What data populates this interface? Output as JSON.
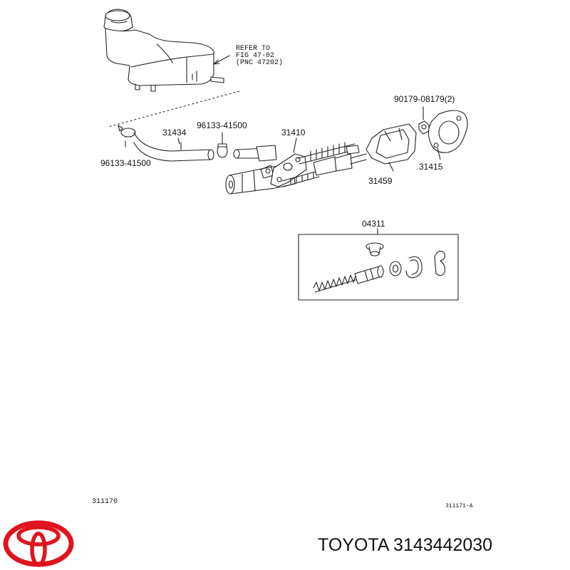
{
  "reference_note": [
    "REFER TO",
    "FIG 47-02",
    "(PNC 47202)"
  ],
  "part_labels": {
    "clip_left": "96133-41500",
    "hose": "31434",
    "clip_right": "96133-41500",
    "master_cylinder": "31410",
    "nut": "90179-08179(2)",
    "gasket": "31415",
    "boot_bracket": "31459",
    "repair_kit": "04311"
  },
  "diagram_codes": {
    "left": "311170",
    "right": "311171-A"
  },
  "brand": {
    "caption": "TOYOTA 3143442030",
    "logo_color": "#e0141e"
  }
}
